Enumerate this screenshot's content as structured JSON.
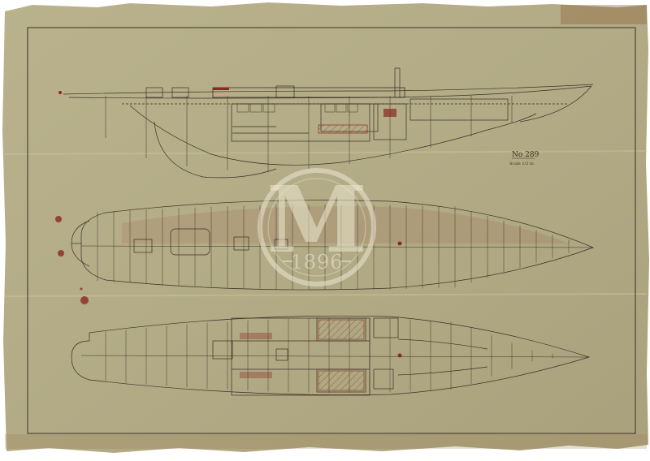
{
  "drawing": {
    "number_label": "No 289",
    "scale_label": "Scale 1/2 in",
    "paper_color": "#b7b08a",
    "ink_color": "#3a3024",
    "red_ink_color": "#8a2a1e"
  },
  "watermark": {
    "letter": "M",
    "year": "1896",
    "icon": "monogram-seal-icon"
  },
  "views": [
    {
      "name": "profile-elevation"
    },
    {
      "name": "deck-plan"
    },
    {
      "name": "accommodation-plan"
    }
  ]
}
